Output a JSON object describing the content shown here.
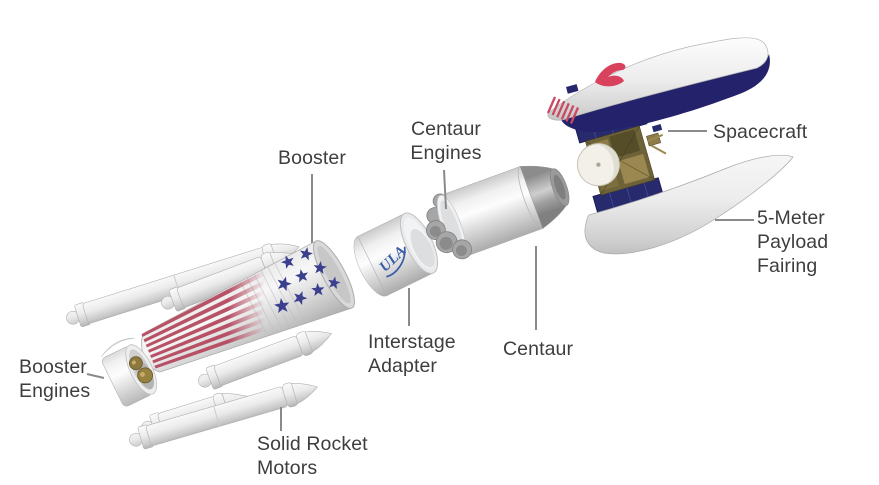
{
  "figure": {
    "background": "#ffffff",
    "labels": {
      "booster": "Booster",
      "centaur_engines": "Centaur\nEngines",
      "spacecraft": "Spacecraft",
      "payload_fairing": "5-Meter\nPayload\nFairing",
      "interstage_adapter": "Interstage\nAdapter",
      "centaur": "Centaur",
      "booster_engines": "Booster\nEngines",
      "solid_rocket_motors": "Solid Rocket\nMotors"
    },
    "adapter_logo": "ULA",
    "colors": {
      "label_text": "#3e3e3e",
      "leader_line": "#8a8a8a",
      "flag_stripe_red": "#b5495f",
      "flag_star_navy": "#3a3f8e",
      "fairing_interior_navy": "#24226b",
      "fairing_logo_red": "#d8425d",
      "fairing_flag_red": "#c94a62",
      "fairing_flag_canton_navy": "#27276e",
      "spacecraft_panel_navy": "#272b6e",
      "spacecraft_gold": "#8d7c47",
      "ula_logo_blue": "#3a5da8",
      "metal_light": "#f2f2f2",
      "metal_shadow": "#b0b0b0"
    }
  }
}
